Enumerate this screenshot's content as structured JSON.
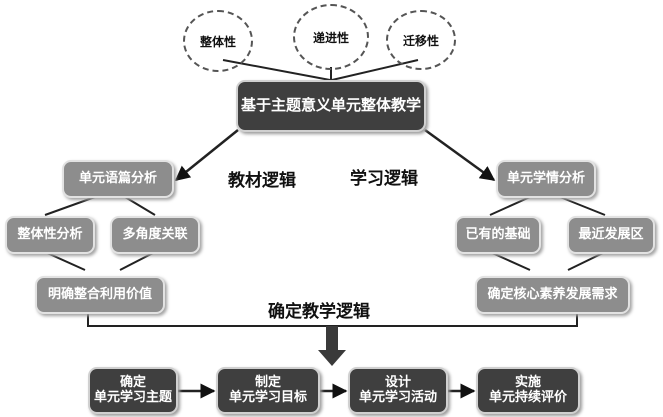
{
  "top_properties": [
    "整体性",
    "递进性",
    "迁移性"
  ],
  "main_title": "基于主题意义单元整体教学",
  "left_branch": {
    "head": "单元语篇分析",
    "sub_left": "整体性分析",
    "sub_right": "多角度关联",
    "result": "明确整合利用价值"
  },
  "right_branch": {
    "head": "单元学情分析",
    "sub_left": "已有的基础",
    "sub_right": "最近发展区",
    "result": "确定核心素养发展需求"
  },
  "logic_labels": {
    "textbook": "教材逻辑",
    "learning": "学习逻辑",
    "teaching": "确定教学逻辑"
  },
  "steps": [
    {
      "line1": "确定",
      "line2": "单元学习主题"
    },
    {
      "line1": "制定",
      "line2": "单元学习目标"
    },
    {
      "line1": "设计",
      "line2": "单元学习活动"
    },
    {
      "line1": "实施",
      "line2": "单元持续评价"
    }
  ]
}
